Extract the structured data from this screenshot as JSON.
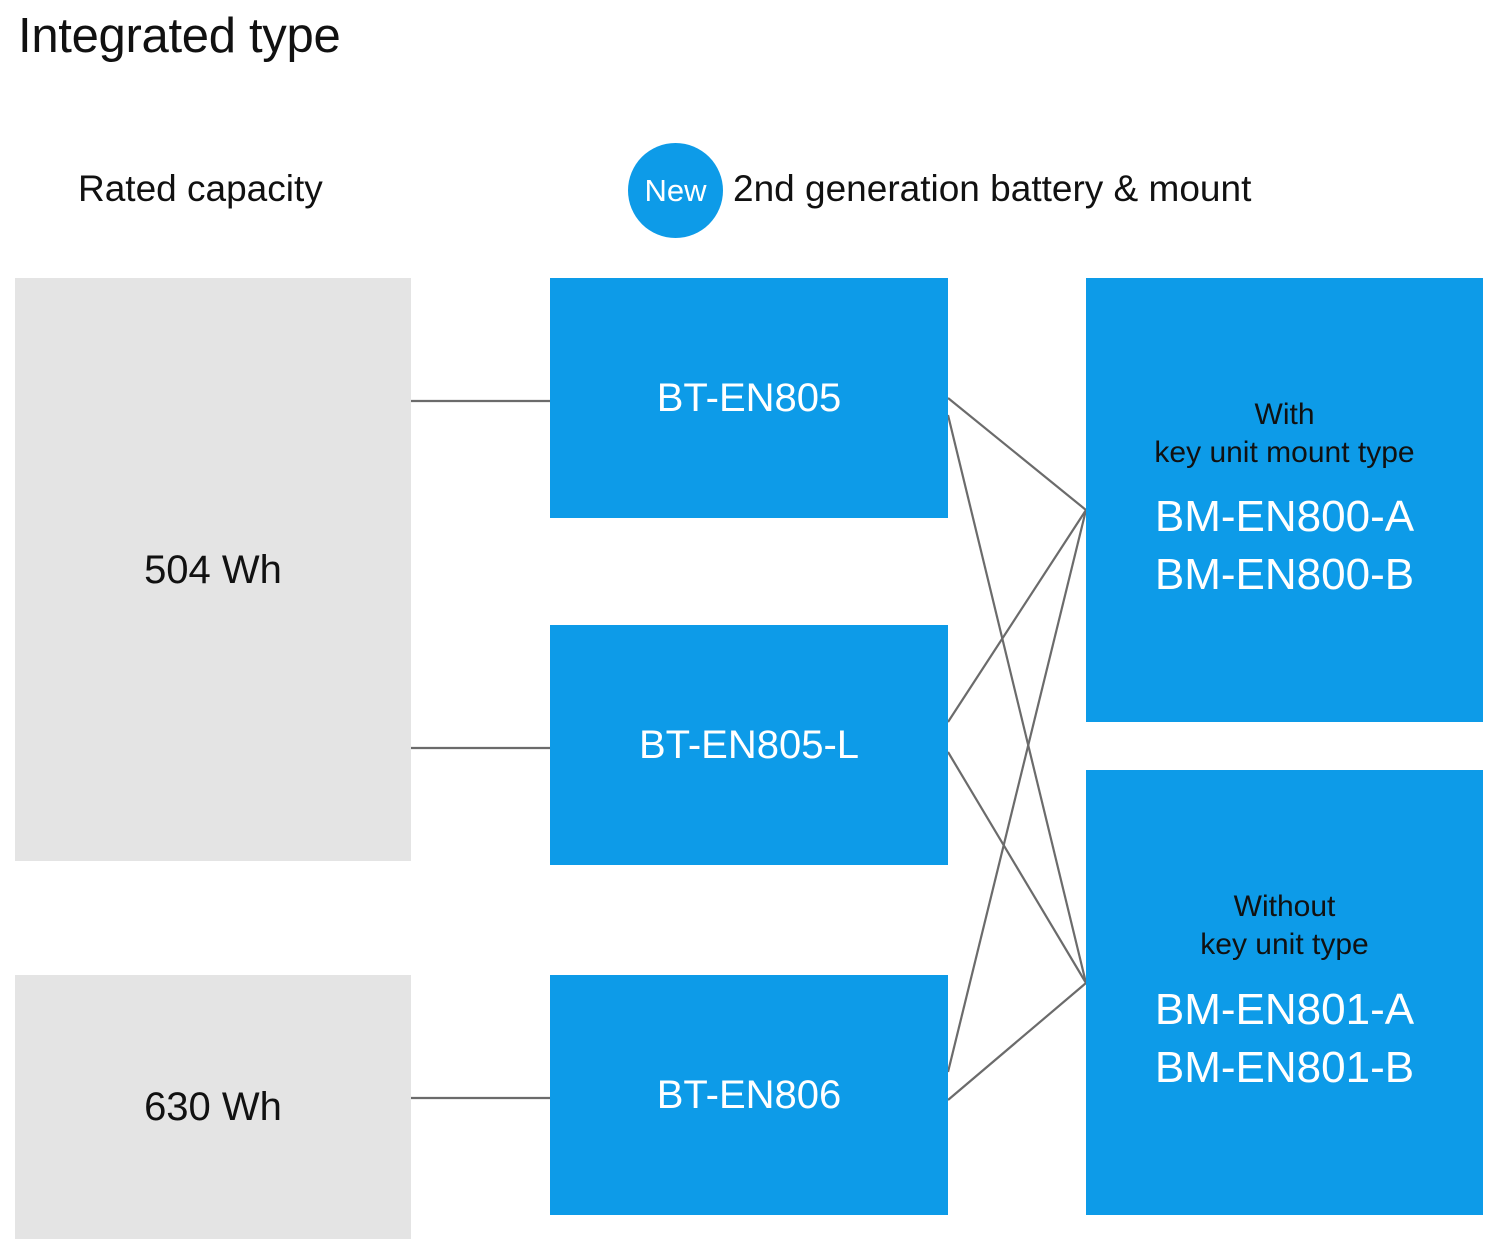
{
  "page": {
    "title": "Integrated type",
    "accent_blue": "#0d9be8",
    "panel_gray": "#e4e4e4",
    "line_color": "#6b6b6b"
  },
  "columns": {
    "capacity_label": "Rated capacity",
    "generation_label": "2nd generation battery & mount",
    "new_badge": "New"
  },
  "capacities": [
    {
      "value": "504 Wh"
    },
    {
      "value": "630 Wh"
    }
  ],
  "batteries": [
    {
      "model": "BT-EN805"
    },
    {
      "model": "BT-EN805-L"
    },
    {
      "model": "BT-EN806"
    }
  ],
  "mounts": [
    {
      "caption": "With\nkey unit mount type",
      "model_a": "BM-EN800-A",
      "model_b": "BM-EN800-B"
    },
    {
      "caption": "Without\nkey unit type",
      "model_a": "BM-EN801-A",
      "model_b": "BM-EN801-B"
    }
  ]
}
